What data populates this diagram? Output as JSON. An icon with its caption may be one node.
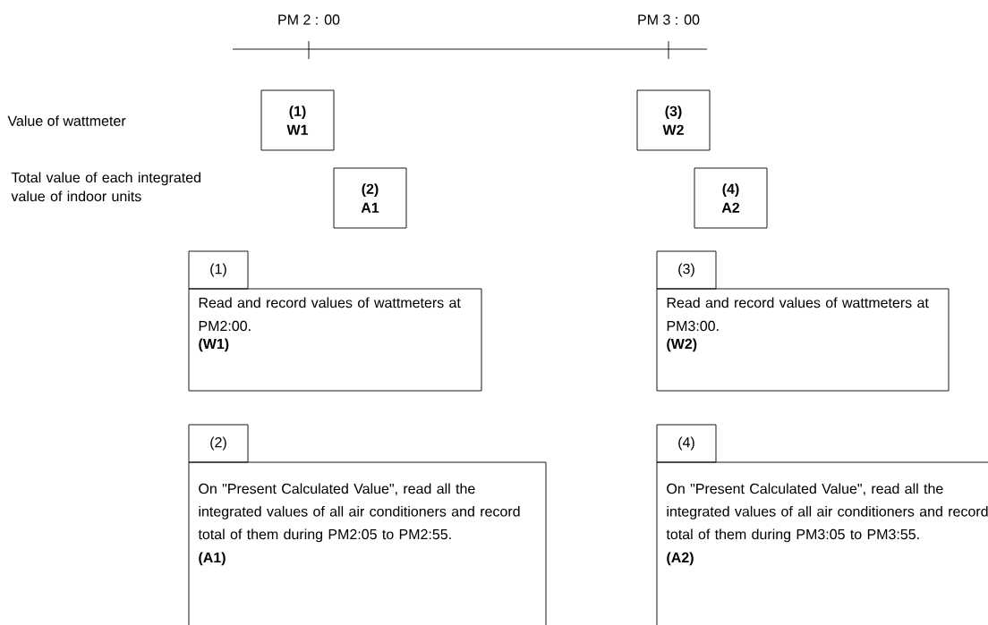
{
  "diagram": {
    "nodes": [
      {
        "text": [
          "(1)",
          "W1"
        ]
      },
      {
        "text": [
          "(2)",
          "A1"
        ]
      },
      {
        "text": [
          "(3)",
          "W2"
        ]
      },
      {
        "text": [
          "(4)",
          "A2"
        ]
      },
      {
        "text": [
          "(1)"
        ]
      },
      {
        "text": [
          "Read and record values of wattmeters at PM2:00.",
          "(W1)"
        ]
      },
      {
        "text": [
          "(3)"
        ]
      },
      {
        "text": [
          "Read and record values of wattmeters at PM3:00.",
          "(W2)"
        ]
      },
      {
        "text": [
          "(2)"
        ]
      },
      {
        "text": [
          "On \"Present Calculated Value\", read all the integrated values of all air conditioners and record total of them during PM2:05 to PM2:55.",
          "(A1)"
        ]
      },
      {
        "text": [
          "(4)"
        ]
      },
      {
        "text": [
          "On \"Present Calculated Value\", read all the integrated values of all air conditioners and record total of them during PM3:05 to PM3:55.",
          "(A2)"
        ]
      }
    ],
    "labels": [
      "PM 2 : 00",
      "PM 3 : 00",
      "Value of wattmeter",
      "Total value of each integrated value of indoor units"
    ]
  }
}
